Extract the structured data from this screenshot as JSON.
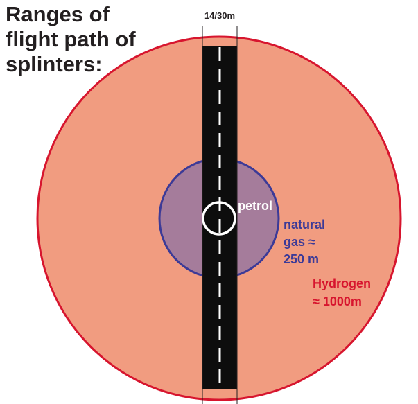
{
  "title": {
    "lines": [
      "Ranges of",
      "flight path of",
      "splinters:"
    ]
  },
  "road": {
    "width_label": "14/30m"
  },
  "zones": {
    "hydrogen": {
      "name": "Hydrogen",
      "range": "≈ 1000m"
    },
    "natural_gas": {
      "line1": "natural",
      "line2": "gas ≈",
      "line3": "250 m"
    },
    "petrol": {
      "name": "petrol"
    }
  },
  "colors": {
    "hydrogen_fill": "#f19c80",
    "hydrogen_stroke": "#d7152e",
    "natural_gas_fill": "#a57c9b",
    "natural_gas_stroke": "#3c3a97",
    "natural_gas_text": "#3c3a97",
    "hydrogen_text": "#d7152e",
    "road": "#0d0d0d",
    "road_marking": "#ffffff",
    "petrol_text": "#ffffff"
  }
}
